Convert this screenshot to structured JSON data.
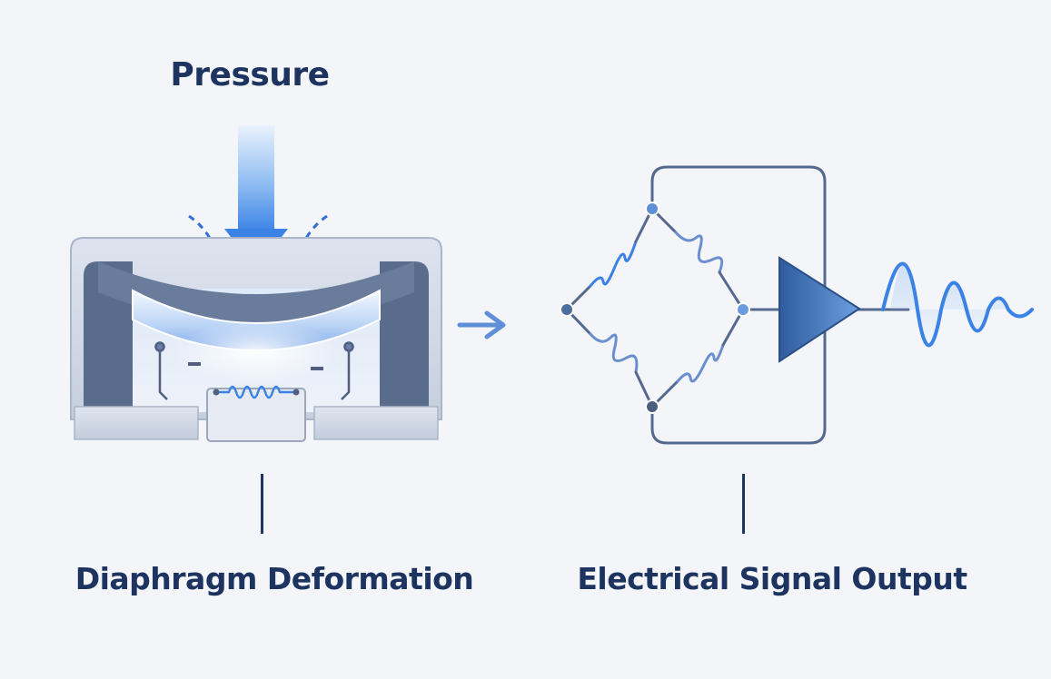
{
  "diagram": {
    "pressure_label": "Pressure",
    "left_caption": "Diaphragm Deformation",
    "right_caption": "Electrical Signal Output",
    "colors": {
      "background": "#f3f5f9",
      "text": "#1d3461",
      "accent_blue": "#3b82e6",
      "steel": "#5a6c8c",
      "housing_light": "#cfd7e6",
      "wire": "#55698f"
    }
  }
}
